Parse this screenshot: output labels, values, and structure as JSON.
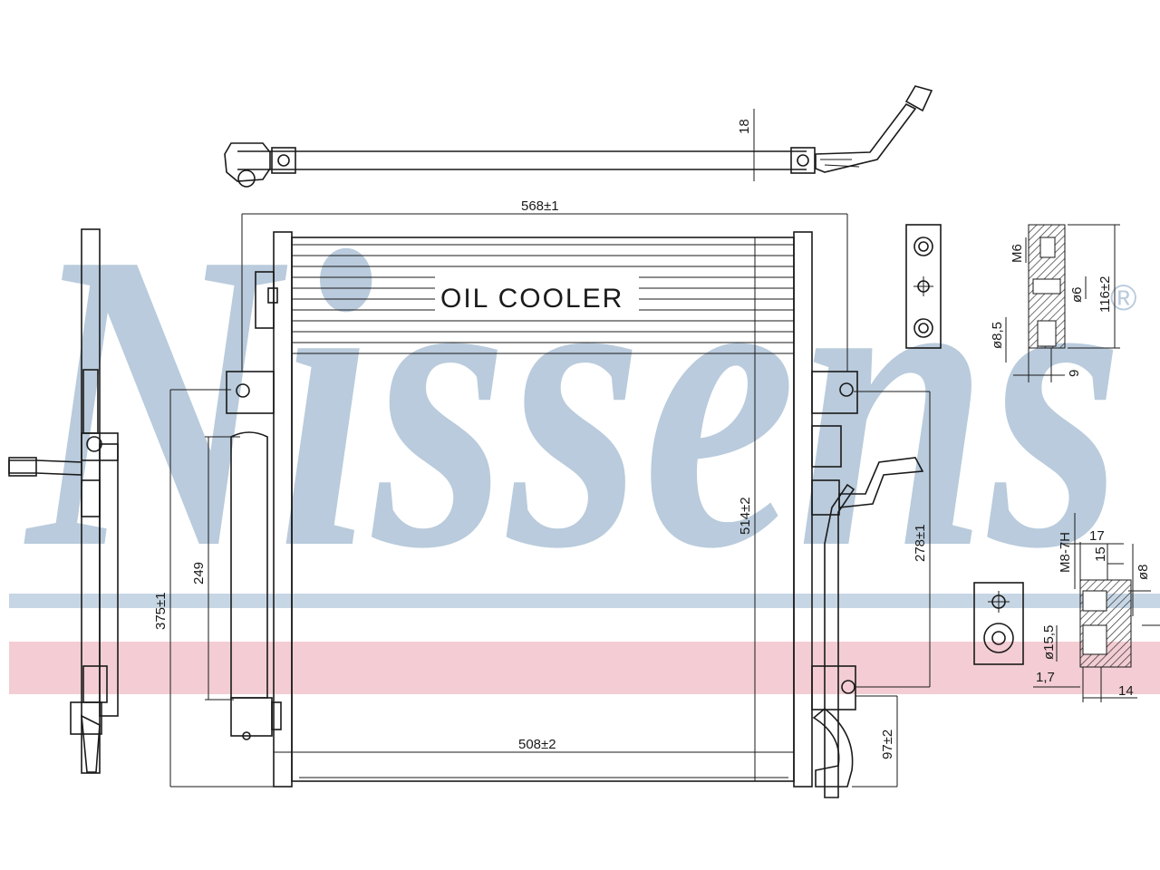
{
  "brand": {
    "watermark_text": "Nissens",
    "registered_mark": "®",
    "watermark_color": "#b9cbdc",
    "band_blue": "#c7d6e4",
    "band_pink": "#f3cdd3"
  },
  "label_oil_cooler": "OIL COOLER",
  "dimensions": {
    "top_width": "568±1",
    "bottom_width": "508±2",
    "core_height": "514±2",
    "left_height": "375±1",
    "dryer_length": "249",
    "right_height": "278±1",
    "bottom_offset": "97±2",
    "pipe_top": "18",
    "bolt_thread": "M6",
    "bolt_hole": "ø6",
    "flange_height": "116±2",
    "flange_dia": "ø8,5",
    "flange_depth": "9",
    "port_thread": "M8-7H",
    "port_17": "17",
    "port_15": "15",
    "port_dia8": "ø8",
    "port_dia155": "ø15,5",
    "port_17b": "1,7",
    "port_14": "14"
  }
}
